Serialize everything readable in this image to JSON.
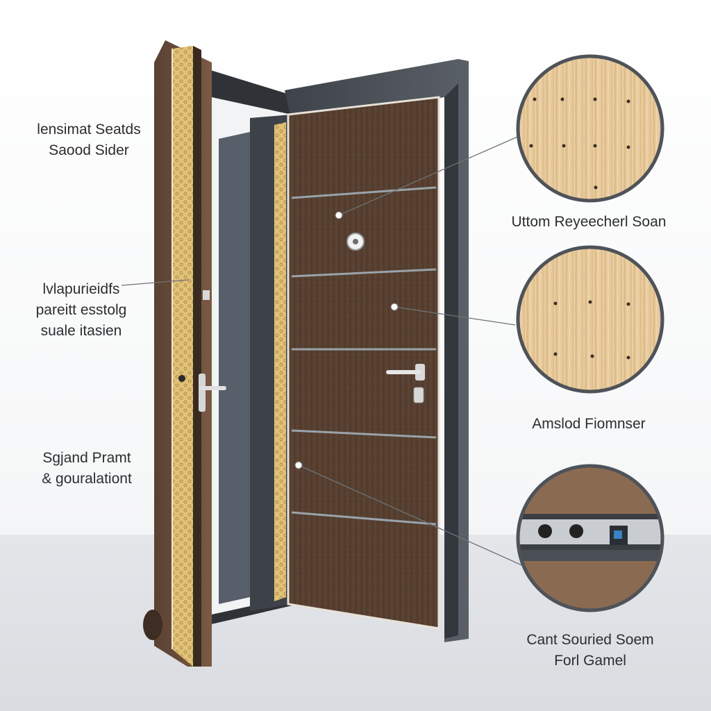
{
  "labels": {
    "left_top": [
      "lensimat Seatds",
      "Saood Sider"
    ],
    "left_middle": [
      "lvlapurieidfs",
      "pareitt esstolg",
      "suale itasien"
    ],
    "left_bottom": [
      "Sgjand Pramt",
      "& gouralationt"
    ],
    "right_top": "Uttom Reyeecherl Soan",
    "right_middle": "Amslod Fiomnser",
    "right_bottom": [
      "Cant Souried Soem",
      "Forl Gamel"
    ]
  },
  "colors": {
    "frame": "#4b5056",
    "door_panel": "#5a4232",
    "door_edge": "#6a4d3a",
    "insulation": "#d9b560",
    "wood_detail": "#e6c79a",
    "wall": "#ffffff",
    "floor": "#dcdfe3"
  },
  "icons": [
    "door-peephole-icon",
    "lever-handle-icon",
    "lock-cylinder-icon",
    "wood-grain-detail",
    "hinge-profile-detail"
  ]
}
